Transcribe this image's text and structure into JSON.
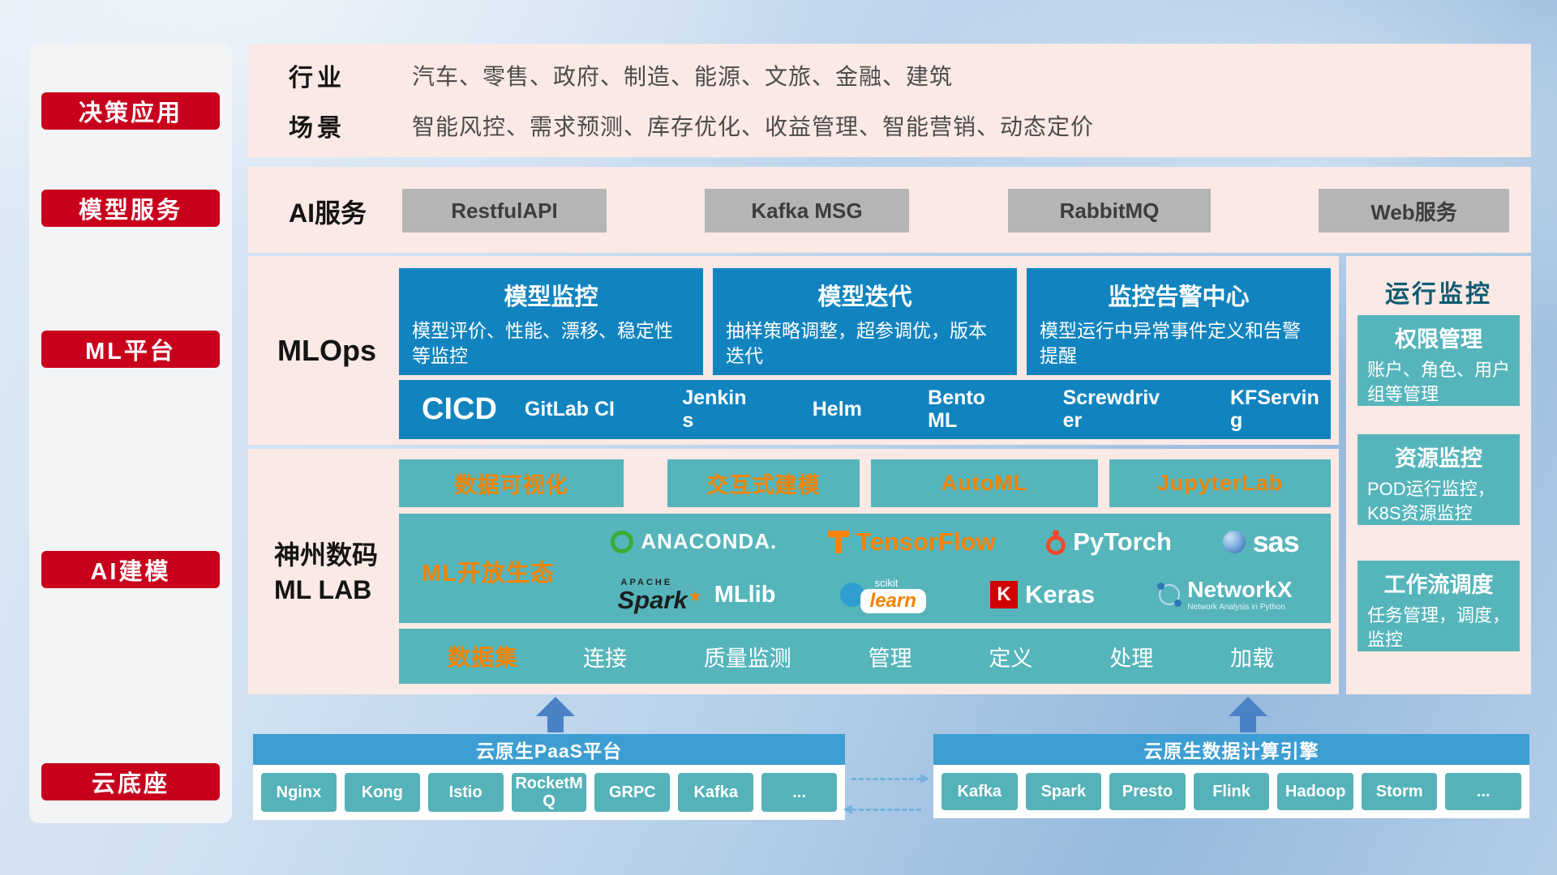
{
  "colors": {
    "red": "#c9001c",
    "pink": "#fbe9e6",
    "blue": "#1184c0",
    "teal": "#55b5bb",
    "orange": "#f08300",
    "header_blue": "#3d9ed3"
  },
  "sidebar": {
    "items": [
      {
        "label": "决策应用"
      },
      {
        "label": "模型服务"
      },
      {
        "label": "ML平台"
      },
      {
        "label": "AI建模"
      },
      {
        "label": "云底座"
      }
    ]
  },
  "industry": {
    "label": "行业",
    "value": "汽车、零售、政府、制造、能源、文旅、金融、建筑"
  },
  "scene": {
    "label": "场景",
    "value": "智能风控、需求预测、库存优化、收益管理、智能营销、动态定价"
  },
  "ai_service": {
    "label": "AI服务",
    "buttons": [
      {
        "label": "RestfulAPI"
      },
      {
        "label": "Kafka MSG"
      },
      {
        "label": "RabbitMQ"
      },
      {
        "label": "Web服务"
      }
    ]
  },
  "mlops": {
    "label": "MLOps",
    "cards": [
      {
        "title": "模型监控",
        "desc": "模型评价、性能、漂移、稳定性等监控"
      },
      {
        "title": "模型迭代",
        "desc": "抽样策略调整，超参调优，版本迭代"
      },
      {
        "title": "监控告警中心",
        "desc": "模型运行中异常事件定义和告警提醒"
      }
    ],
    "cicd_label": "CICD",
    "cicd_tools": [
      {
        "label": "GitLab CI"
      },
      {
        "label": "Jenkins"
      },
      {
        "label": "Helm"
      },
      {
        "label": "BentoML"
      },
      {
        "label": "Screwdriver"
      },
      {
        "label": "KFServing"
      }
    ]
  },
  "mllab": {
    "label_line1": "神州数码",
    "label_line2": "ML LAB",
    "tools": [
      {
        "label": "数据可视化"
      },
      {
        "label": "交互式建模"
      },
      {
        "label": "AutoML"
      },
      {
        "label": "JupyterLab"
      }
    ],
    "ecosystem_label": "ML开放生态",
    "logos": {
      "anaconda": "ANACONDA.",
      "tensorflow": "TensorFlow",
      "pytorch": "PyTorch",
      "sas": "sas",
      "spark_top": "APACHE",
      "spark": "Spark",
      "mllib": "MLlib",
      "scikit_top": "scikit",
      "scikit": "learn",
      "keras_k": "K",
      "keras": "Keras",
      "networkx": "NetworkX",
      "networkx_sub": "Network Analysis in Python"
    },
    "dataset_label": "数据集",
    "dataset_items": [
      {
        "label": "连接"
      },
      {
        "label": "质量监测"
      },
      {
        "label": "管理"
      },
      {
        "label": "定义"
      },
      {
        "label": "处理"
      },
      {
        "label": "加载"
      }
    ]
  },
  "monitoring": {
    "title": "运行监控",
    "cards": [
      {
        "title": "权限管理",
        "desc": "账户、角色、用户组等管理"
      },
      {
        "title": "资源监控",
        "desc": "POD运行监控，K8S资源监控"
      },
      {
        "title": "工作流调度",
        "desc": "任务管理，调度，监控"
      }
    ]
  },
  "cloud": {
    "paas": {
      "title": "云原生PaaS平台",
      "chips": [
        {
          "label": "Nginx"
        },
        {
          "label": "Kong"
        },
        {
          "label": "Istio"
        },
        {
          "label": "RocketMQ"
        },
        {
          "label": "GRPC"
        },
        {
          "label": "Kafka"
        },
        {
          "label": "..."
        }
      ]
    },
    "engine": {
      "title": "云原生数据计算引擎",
      "chips": [
        {
          "label": "Kafka"
        },
        {
          "label": "Spark"
        },
        {
          "label": "Presto"
        },
        {
          "label": "Flink"
        },
        {
          "label": "Hadoop"
        },
        {
          "label": "Storm"
        },
        {
          "label": "..."
        }
      ]
    }
  }
}
